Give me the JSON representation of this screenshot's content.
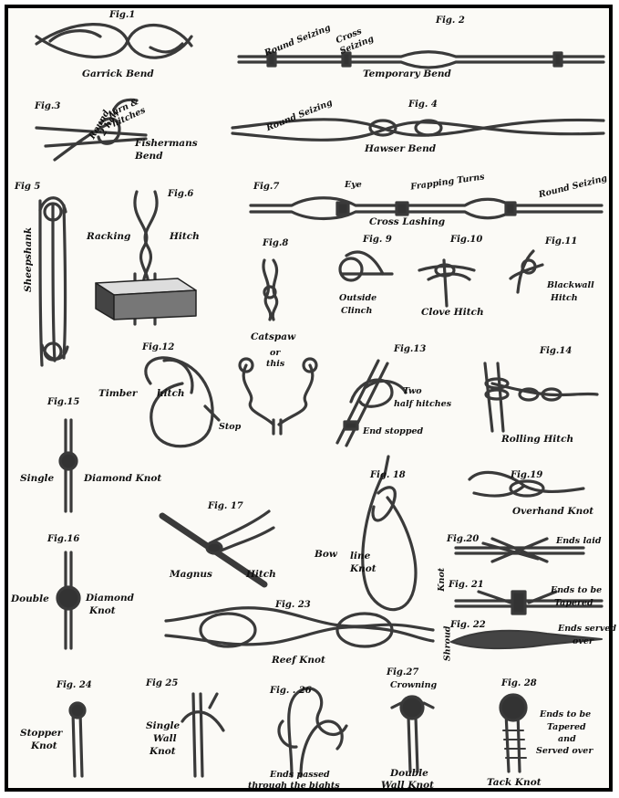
{
  "plate": {
    "border_color": "#000000",
    "rope_color": "#3a3a3a",
    "background_color": "#fbfaf6"
  },
  "figures": {
    "f1": {
      "num": "Fig.1",
      "label": "Garrick Bend"
    },
    "f2": {
      "num": "Fig. 2",
      "label": "Temporary Bend",
      "note_round": "Round Seizing",
      "note_cross1": "Cross",
      "note_cross2": "Seizing"
    },
    "f3": {
      "num": "Fig.3",
      "label1": "Fishermans",
      "label2": "Bend",
      "note_a": "Round",
      "note_b": "2 half",
      "note_c": "turn &",
      "note_d": "hitches"
    },
    "f4": {
      "num": "Fig. 4",
      "label": "Hawser Bend",
      "note_round": "Round Seizing"
    },
    "f5": {
      "num": "Fig 5",
      "label": "Sheepshank"
    },
    "f6": {
      "num": "Fig.6",
      "label_a": "Racking",
      "label_b": "Hitch"
    },
    "f7": {
      "num": "Fig.7",
      "label": "Cross Lashing",
      "note_eye": "Eye",
      "note_frapping": "Frapping Turns",
      "note_round": "Round Seizing"
    },
    "f8": {
      "num": "Fig.8",
      "label": "Catspaw"
    },
    "f9": {
      "num": "Fig. 9",
      "label1": "Outside",
      "label2": "Clinch"
    },
    "f10": {
      "num": "Fig.10",
      "label": "Clove Hitch"
    },
    "f11": {
      "num": "Fig.11",
      "label1": "Blackwall",
      "label2": "Hitch"
    },
    "f12": {
      "num": "Fig.12",
      "label_a": "Timber",
      "label_b": "hitch",
      "note_stop": "Stop",
      "note_or": "or",
      "note_this": "this"
    },
    "f13": {
      "num": "Fig.13",
      "note_two": "Two",
      "note_half": "half hitches",
      "note_end": "End stopped"
    },
    "f14": {
      "num": "Fig.14",
      "label": "Rolling Hitch"
    },
    "f15": {
      "num": "Fig.15",
      "label_a": "Single",
      "label_b": "Diamond Knot"
    },
    "f16": {
      "num": "Fig.16",
      "label_a": "Double",
      "label_b": "Diamond",
      "label_c": "Knot"
    },
    "f17": {
      "num": "Fig. 17",
      "label_a": "Magnus",
      "label_b": "Hitch"
    },
    "f18": {
      "num": "Fig. 18",
      "label_a": "Bow",
      "label_b": "line",
      "label_c": "Knot"
    },
    "f19": {
      "num": "Fig.19",
      "label": "Overhand Knot"
    },
    "f20": {
      "num": "Fig.20",
      "note": "Ends laid"
    },
    "f21": {
      "num": "Fig. 21",
      "note1": "Ends to be",
      "note2": "Tapered",
      "side_a": "Knot",
      "side_b": "Shroud"
    },
    "f22": {
      "num": "Fig. 22",
      "note1": "Ends served",
      "note2": "over"
    },
    "f23": {
      "num": "Fig. 23",
      "label": "Reef Knot"
    },
    "f24": {
      "num": "Fig. 24",
      "label1": "Stopper",
      "label2": "Knot"
    },
    "f25": {
      "num": "Fig 25",
      "label1": "Single",
      "label2": "Wall",
      "label3": "Knot"
    },
    "f26": {
      "num": "Fig. . 26",
      "label1": "Ends passed",
      "label2": "through the bights"
    },
    "f27": {
      "num": "Fig.27",
      "note": "Crowning",
      "label1": "Double",
      "label2": "Wall Knot"
    },
    "f28": {
      "num": "Fig. 28",
      "note1": "Ends to be",
      "note2": "Tapered",
      "note3": "and",
      "note4": "Served over",
      "label": "Tack Knot"
    }
  }
}
